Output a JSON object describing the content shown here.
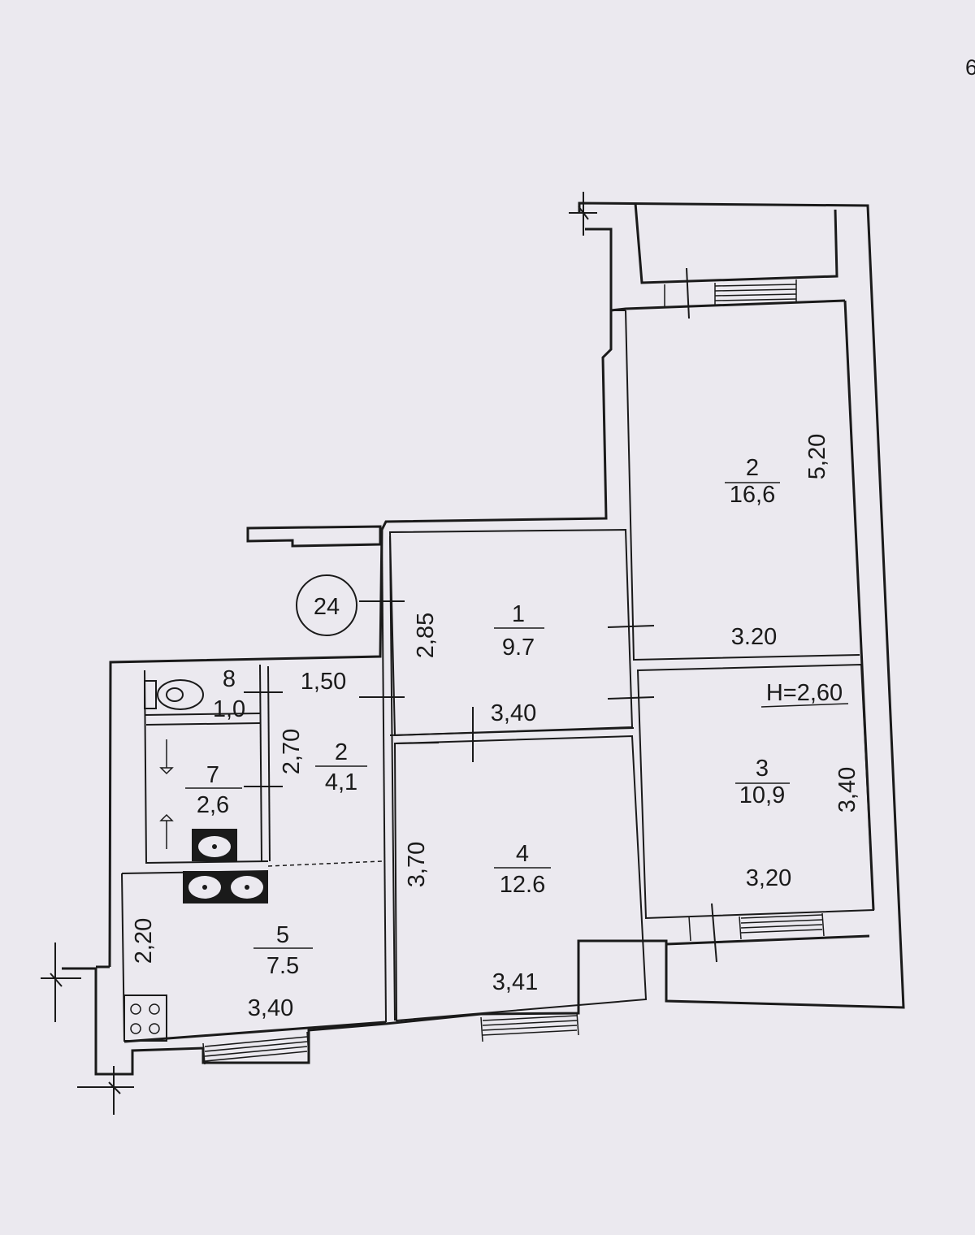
{
  "apartment_number": "24",
  "ceiling_height": "H=2,60",
  "corner_mark": "6",
  "rooms": [
    {
      "id": "room-1",
      "number": "1",
      "area": "9.7"
    },
    {
      "id": "room-2-large",
      "number": "2",
      "area": "16,6"
    },
    {
      "id": "room-3",
      "number": "3",
      "area": "10,9"
    },
    {
      "id": "room-4",
      "number": "4",
      "area": "12.6"
    },
    {
      "id": "room-5",
      "number": "5",
      "area": "7.5"
    },
    {
      "id": "room-hall-2",
      "number": "2",
      "area": "4,1"
    },
    {
      "id": "room-7",
      "number": "7",
      "area": "2,6"
    },
    {
      "id": "room-8",
      "number": "8",
      "area": "1,0"
    }
  ],
  "dimensions": {
    "room1_depth": "2,85",
    "room1_width": "3,40",
    "room2_depth": "5,20",
    "room2_width": "3.20",
    "room3_depth": "3,40",
    "room3_width": "3,20",
    "room4_depth": "3,70",
    "room4_width": "3,41",
    "room5_depth": "2,20",
    "room5_width": "3,40",
    "hall_depth": "2,70",
    "hall_width": "1,50"
  }
}
